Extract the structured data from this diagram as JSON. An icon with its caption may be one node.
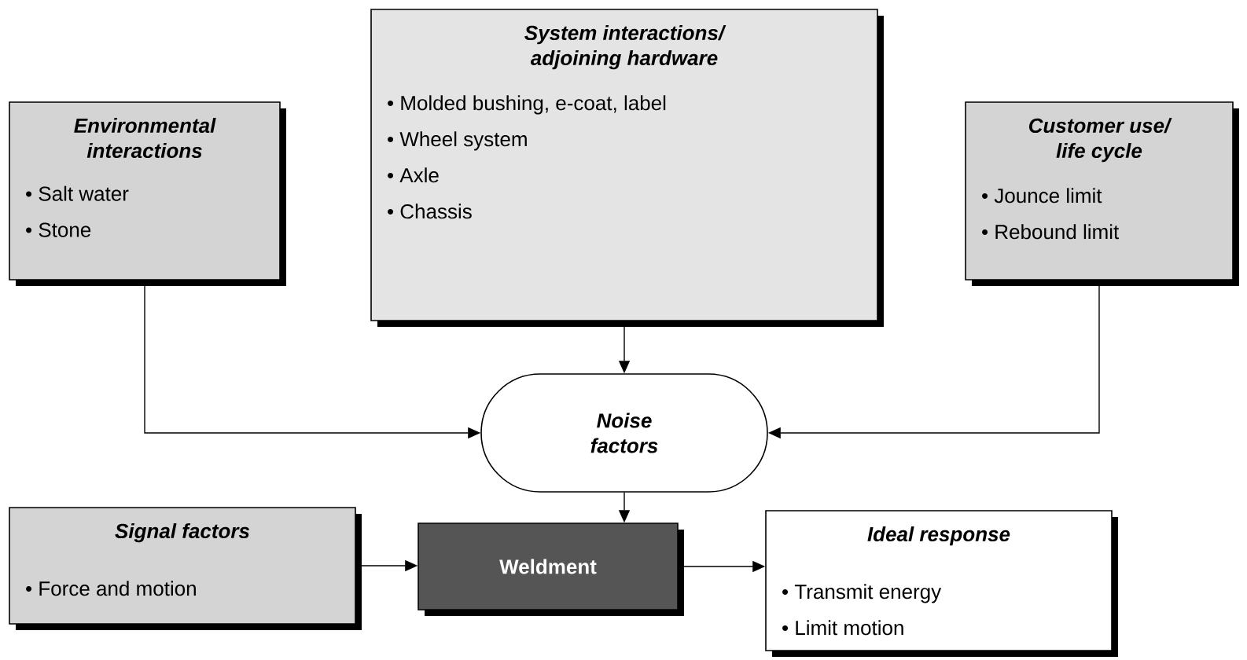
{
  "diagram": {
    "nodes": [
      {
        "text": [
          "Environmental interactions",
          "• Salt water",
          "• Stone"
        ]
      },
      {
        "text": [
          "System interactions/ adjoining hardware",
          "• Molded bushing, e-coat, label",
          "• Wheel system",
          "• Axle",
          "• Chassis"
        ]
      },
      {
        "text": [
          "Customer use/ life cycle",
          "• Jounce limit",
          "• Rebound limit"
        ]
      },
      {
        "text": [
          "Noise factors"
        ]
      },
      {
        "text": [
          "Signal factors",
          "• Force and motion"
        ]
      },
      {
        "text": [
          "Weldment"
        ]
      },
      {
        "text": [
          "Ideal response",
          "• Transmit energy",
          "• Limit motion"
        ]
      }
    ],
    "edges": [
      {
        "from": 0,
        "to": 3,
        "arrow": "to"
      },
      {
        "from": 1,
        "to": 3,
        "arrow": "to"
      },
      {
        "from": 2,
        "to": 3,
        "arrow": "to"
      },
      {
        "from": 3,
        "to": 5,
        "arrow": "to"
      },
      {
        "from": 4,
        "to": 5,
        "arrow": "to"
      },
      {
        "from": 5,
        "to": 6,
        "arrow": "to"
      }
    ]
  }
}
